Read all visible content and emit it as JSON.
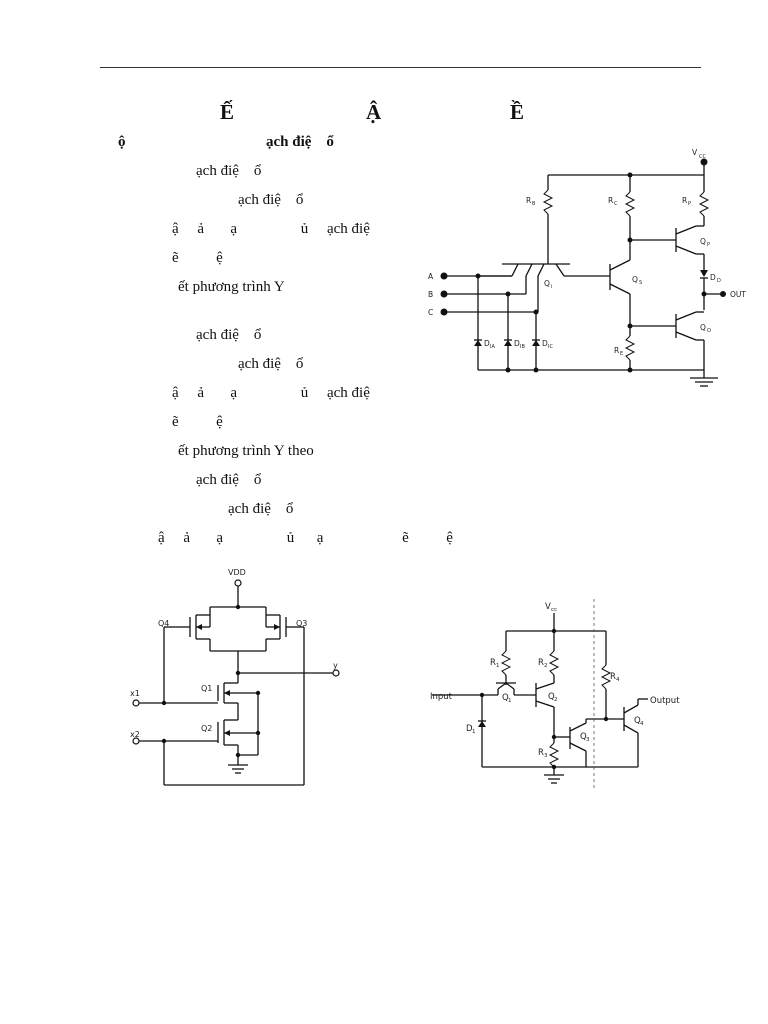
{
  "heading": [
    "Ế",
    "Ậ",
    "Ề"
  ],
  "lines": [
    "ộ",
    "ạch điệ    ổ",
    "ạch điệ    ổ",
    "ạch điệ    ổ",
    "ậ     ả       ạ                 ủ     ạch điệ",
    "ẽ          ệ",
    "ết phương trình Y",
    "ạch điệ    ổ",
    "ạch điệ    ổ",
    "ậ     ả       ạ                 ủ     ạch điệ",
    "ẽ          ệ",
    "ết phương trình Y theo",
    "ạch điệ    ổ",
    "ạch điệ    ổ",
    "ậ     ả       ạ                 ủ      ạ                     ẽ          ệ"
  ],
  "circuit_ttl": {
    "labels": [
      "V",
      "CC",
      "R",
      "B",
      "R",
      "C",
      "R",
      "P",
      "Q",
      "P",
      "Q",
      "i",
      "Q",
      "S",
      "D",
      "D",
      "OUT",
      "Q",
      "O",
      "R",
      "E",
      "A",
      "B",
      "C",
      "D",
      "IA",
      "D",
      "IB",
      "D",
      "IC"
    ]
  },
  "circuit_cmos": {
    "labels": [
      "VDD",
      "Q4",
      "Q3",
      "y",
      "x1",
      "Q1",
      "x2",
      "Q2"
    ]
  },
  "circuit_hts": {
    "labels": [
      "V",
      "cc",
      "R",
      "1",
      "R",
      "2",
      "R",
      "4",
      "Input",
      "Q",
      "1",
      "Q",
      "2",
      "Output",
      "D",
      "1",
      "Q",
      "3",
      "Q",
      "4",
      "R",
      "3"
    ]
  }
}
